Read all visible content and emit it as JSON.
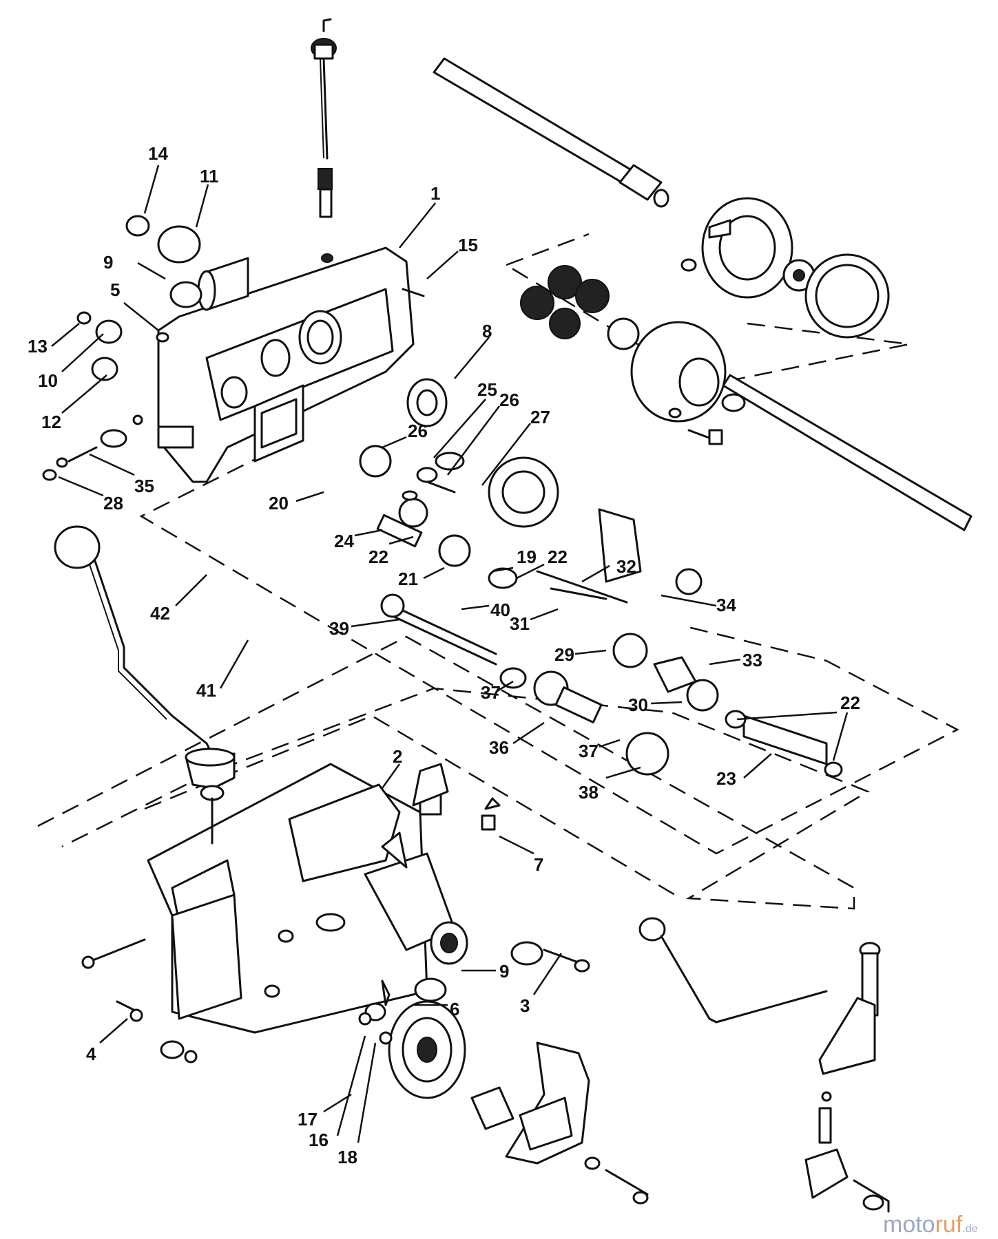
{
  "callouts": [
    "1",
    "2",
    "3",
    "4",
    "5",
    "6",
    "7",
    "8",
    "9",
    "9",
    "10",
    "11",
    "12",
    "13",
    "14",
    "15",
    "16",
    "17",
    "18",
    "19",
    "20",
    "21",
    "22",
    "22",
    "22",
    "23",
    "24",
    "25",
    "26",
    "26",
    "27",
    "28",
    "29",
    "30",
    "31",
    "32",
    "33",
    "34",
    "35",
    "36",
    "37",
    "37",
    "38",
    "39",
    "40",
    "41",
    "42"
  ],
  "watermark": {
    "part_a": "moto",
    "part_b": "ruf",
    "part_c": ".de"
  }
}
